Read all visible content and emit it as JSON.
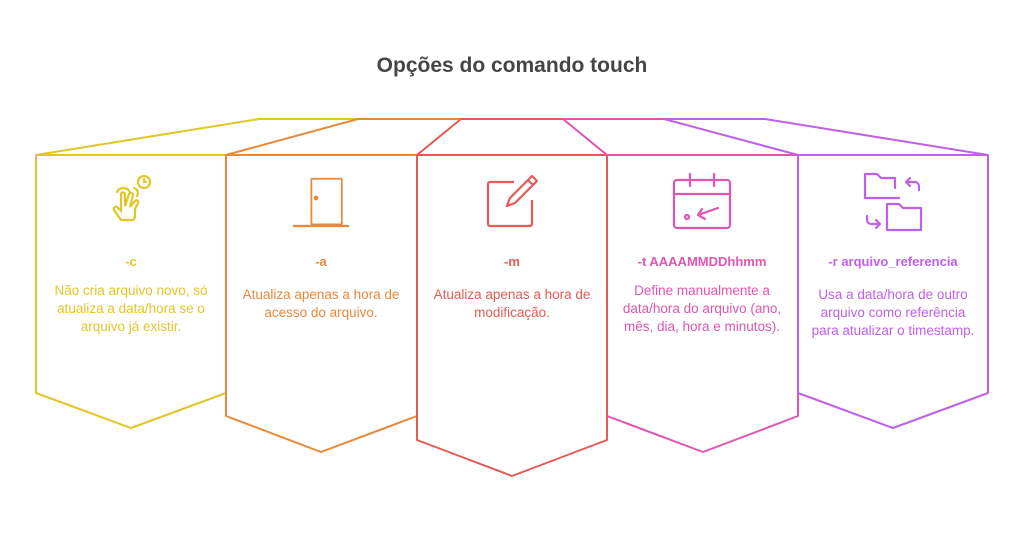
{
  "title": "Opções do comando touch",
  "options": [
    {
      "flag": "-c",
      "description": "Não cria arquivo novo, só atualiza a data/hora se o arquivo já existir.",
      "icon": "hand-clock-icon",
      "color": "#e2c629"
    },
    {
      "flag": "-a",
      "description": "Atualiza apenas a hora de acesso do arquivo.",
      "icon": "door-icon",
      "color": "#e8893a"
    },
    {
      "flag": "-m",
      "description": "Atualiza apenas a hora de modificação.",
      "icon": "edit-icon",
      "color": "#e65a55"
    },
    {
      "flag": "-t AAAAMMDDhhmm",
      "description": "Define manualmente a data/hora do arquivo (ano, mês, dia, hora e minutos).",
      "icon": "calendar-icon",
      "color": "#e055b0"
    },
    {
      "flag": "-r arquivo_referencia",
      "description": "Usa a data/hora de outro arquivo como referência para atualizar o timestamp.",
      "icon": "folders-swap-icon",
      "color": "#c060e8"
    }
  ]
}
